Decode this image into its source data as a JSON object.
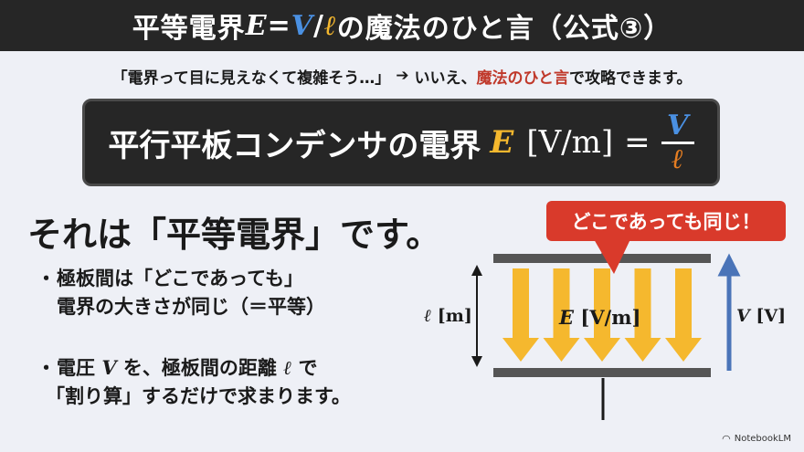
{
  "title": {
    "prefix": "平等電界",
    "E": "E",
    "eq": "=",
    "V": "V",
    "slash": "/",
    "l": "ℓ",
    "suffix": "の魔法のひと言（公式③）"
  },
  "subtitle": {
    "quote": "「電界って目に見えなくて複雑そう…」",
    "arrow": "➔",
    "answer": "いいえ、",
    "accent": "魔法のひと言",
    "tail": "で攻略できます。"
  },
  "formula": {
    "label": "平行平板コンデンサの電界",
    "E": "E",
    "unit": "[V/m]",
    "eq": "=",
    "num": "V",
    "den": "ℓ"
  },
  "heading": "それは「平等電界」です。",
  "bullets": [
    {
      "dot": "・",
      "line1": "極板間は「どこであっても」",
      "line2": "電界の大きさが同じ（＝平等）"
    },
    {
      "dot": "・",
      "line1a": "電圧 ",
      "line1v": "V",
      "line1b": " を、極板間の距離 ",
      "line1l": "ℓ",
      "line1c": " で",
      "line2": "「割り算」するだけで求まります。"
    }
  ],
  "diagram": {
    "callout": "どこであっても同じ！",
    "l_label_sym": "ℓ",
    "l_label_unit": " [m]",
    "e_label_sym": "E",
    "e_label_unit": " [V/m]",
    "v_label_sym": "V",
    "v_label_unit": " [V]",
    "field_arrow_count": 5
  },
  "brand": "NotebookLM",
  "colors": {
    "dark": "#262626",
    "accent_red": "#d93a2b",
    "voltage_blue": "#4a90e2",
    "field_yellow": "#f5b82e",
    "length_orange": "#e67e22",
    "plate": "#555555"
  }
}
